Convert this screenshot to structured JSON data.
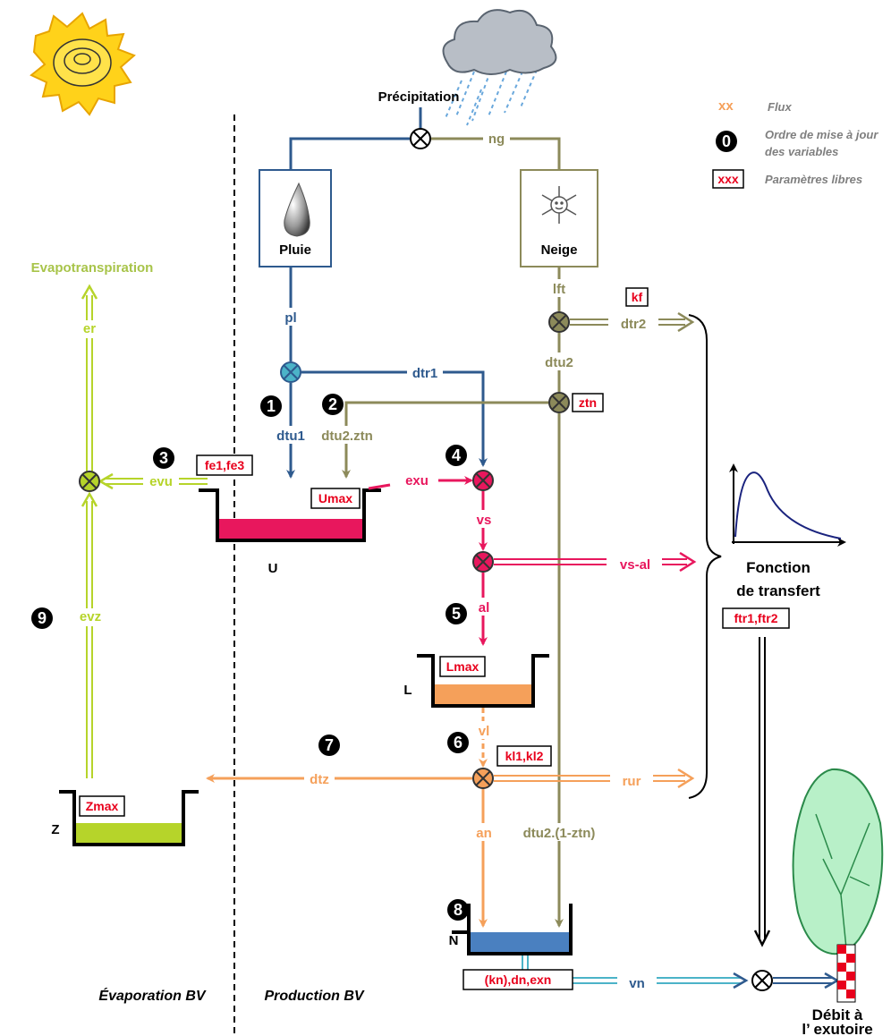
{
  "legend": {
    "flux_symbol": "xx",
    "flux_label": "Flux",
    "order_symbol": "0",
    "order_label_line1": "Ordre de mise à jour",
    "order_label_line2": "des variables",
    "param_symbol": "xxx",
    "param_label": "Paramètres libres"
  },
  "inputs": {
    "precipitation": "Précipitation",
    "rain": "Pluie",
    "snow": "Neige",
    "evapotranspiration": "Evapotranspiration"
  },
  "reservoirs": {
    "u": "U",
    "l": "L",
    "z": "Z",
    "n": "N"
  },
  "fluxes": {
    "ng": "ng",
    "pl": "pl",
    "lft": "lft",
    "dtr1": "dtr1",
    "dtr2": "dtr2",
    "dtu1": "dtu1",
    "dtu2": "dtu2",
    "dtu2_ztn": "dtu2.ztn",
    "dtu2_1_ztn": "dtu2.(1-ztn)",
    "exu": "exu",
    "vs": "vs",
    "vs_al": "vs-al",
    "al": "al",
    "vl": "vl",
    "rur": "rur",
    "dtz": "dtz",
    "an": "an",
    "vn": "vn",
    "evu": "evu",
    "evz": "evz",
    "er": "er"
  },
  "params": {
    "kf": "kf",
    "ztn": "ztn",
    "fe1_fe3": "fe1,fe3",
    "umax": "Umax",
    "lmax": "Lmax",
    "kl1_kl2": "kl1,kl2",
    "zmax": "Zmax",
    "kn_dn_exn": "(kn),dn,exn",
    "ftr1_ftr2": "ftr1,ftr2"
  },
  "order": [
    "1",
    "2",
    "3",
    "4",
    "5",
    "6",
    "7",
    "8",
    "9"
  ],
  "transfer": {
    "line1": "Fonction",
    "line2": "de transfert"
  },
  "outlet": {
    "line1": "Débit à",
    "line2": "l’ exutoire"
  },
  "zones": {
    "evaporation": "Évaporation BV",
    "production": "Production BV"
  },
  "colors": {
    "blue": "#2e5a8e",
    "olive": "#8c8a5a",
    "pink": "#e8175d",
    "orange": "#f5a05a",
    "green": "#b6d42a",
    "cyan": "#4bb3c8",
    "red": "#e8001c"
  }
}
